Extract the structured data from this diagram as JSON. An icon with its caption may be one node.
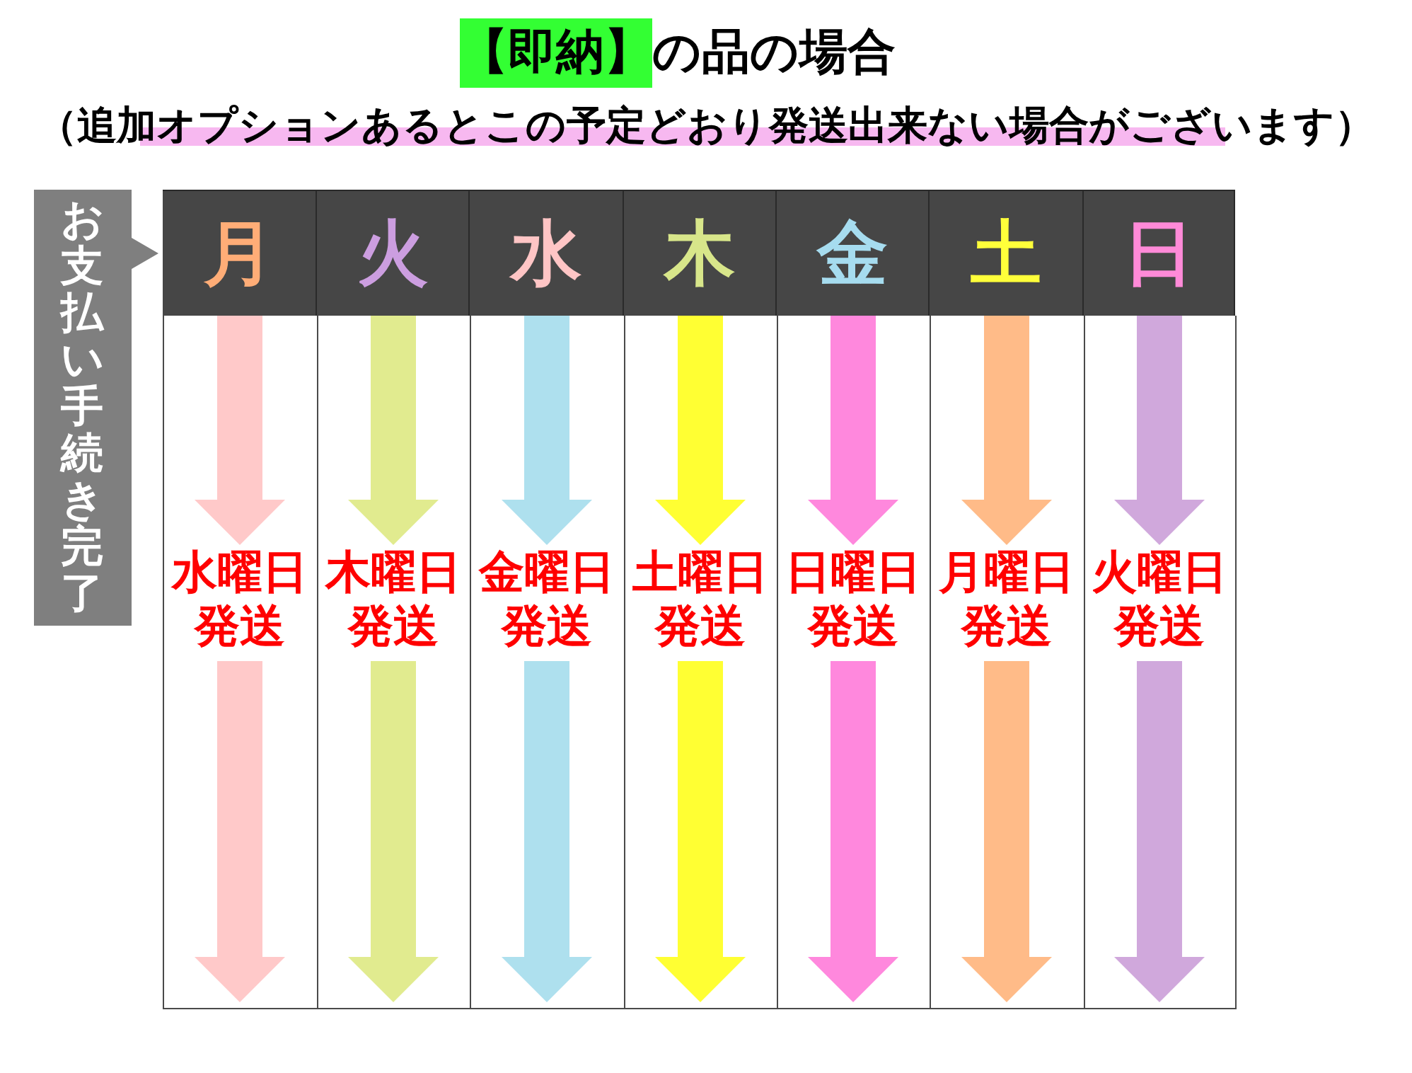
{
  "diagram": {
    "title": "【即納】の品の場合",
    "nodes": [
      {
        "text": [
          "お支払い手続き完了"
        ]
      },
      {
        "text": [
          "月"
        ]
      },
      {
        "text": [
          "火"
        ]
      },
      {
        "text": [
          "水"
        ]
      },
      {
        "text": [
          "木"
        ]
      },
      {
        "text": [
          "金"
        ]
      },
      {
        "text": [
          "土"
        ]
      },
      {
        "text": [
          "日"
        ]
      },
      {
        "text": [
          "水曜日発送"
        ]
      },
      {
        "text": [
          "木曜日発送"
        ]
      },
      {
        "text": [
          "金曜日発送"
        ]
      },
      {
        "text": [
          "土曜日発送"
        ]
      },
      {
        "text": [
          "日曜日発送"
        ]
      },
      {
        "text": [
          "月曜日発送"
        ]
      },
      {
        "text": [
          "火曜日発送"
        ]
      }
    ],
    "edges": [
      {
        "from": 1,
        "to": 8,
        "arrow": "to",
        "color": "#ffc9c9"
      },
      {
        "from": 2,
        "to": 9,
        "arrow": "to",
        "color": "#e1eb8f"
      },
      {
        "from": 3,
        "to": 10,
        "arrow": "to",
        "color": "#aee0ee"
      },
      {
        "from": 4,
        "to": 11,
        "arrow": "to",
        "color": "#ffff33"
      },
      {
        "from": 5,
        "to": 12,
        "arrow": "to",
        "color": "#ff88dd"
      },
      {
        "from": 6,
        "to": 13,
        "arrow": "to",
        "color": "#ffbb88"
      },
      {
        "from": 7,
        "to": 14,
        "arrow": "to",
        "color": "#d0a8dc"
      },
      {
        "from": 8,
        "to": null,
        "arrow": "to",
        "color": "#ffc9c9"
      },
      {
        "from": 9,
        "to": null,
        "arrow": "to",
        "color": "#e1eb8f"
      },
      {
        "from": 10,
        "to": null,
        "arrow": "to",
        "color": "#aee0ee"
      },
      {
        "from": 11,
        "to": null,
        "arrow": "to",
        "color": "#ffff33"
      },
      {
        "from": 12,
        "to": null,
        "arrow": "to",
        "color": "#ff88dd"
      },
      {
        "from": 13,
        "to": null,
        "arrow": "to",
        "color": "#ffbb88"
      },
      {
        "from": 14,
        "to": null,
        "arrow": "to",
        "color": "#d0a8dc"
      }
    ],
    "labels": [
      "（追加オプションあるとこの予定どおり発送出来ない場合がございます）"
    ]
  }
}
